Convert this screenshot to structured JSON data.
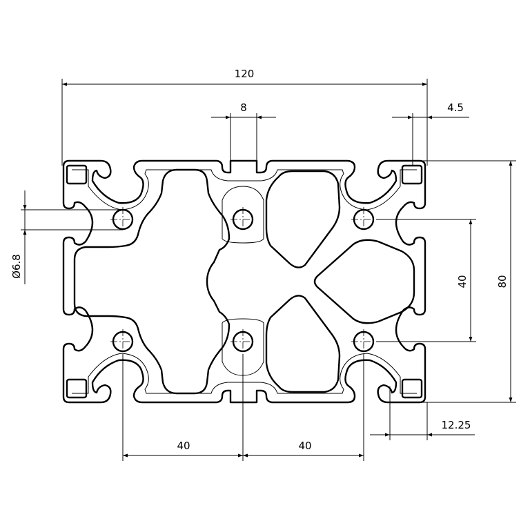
{
  "drawing": {
    "dimensions": {
      "width_total": "120",
      "slot_width": "8",
      "lip_thickness": "4.5",
      "height_total": "80",
      "hole_pitch_vertical": "40",
      "hole_diameter": "Ø6.8",
      "hole_pitch_horizontal_left": "40",
      "hole_pitch_horizontal_right": "40",
      "slot_offset": "12.25"
    }
  }
}
